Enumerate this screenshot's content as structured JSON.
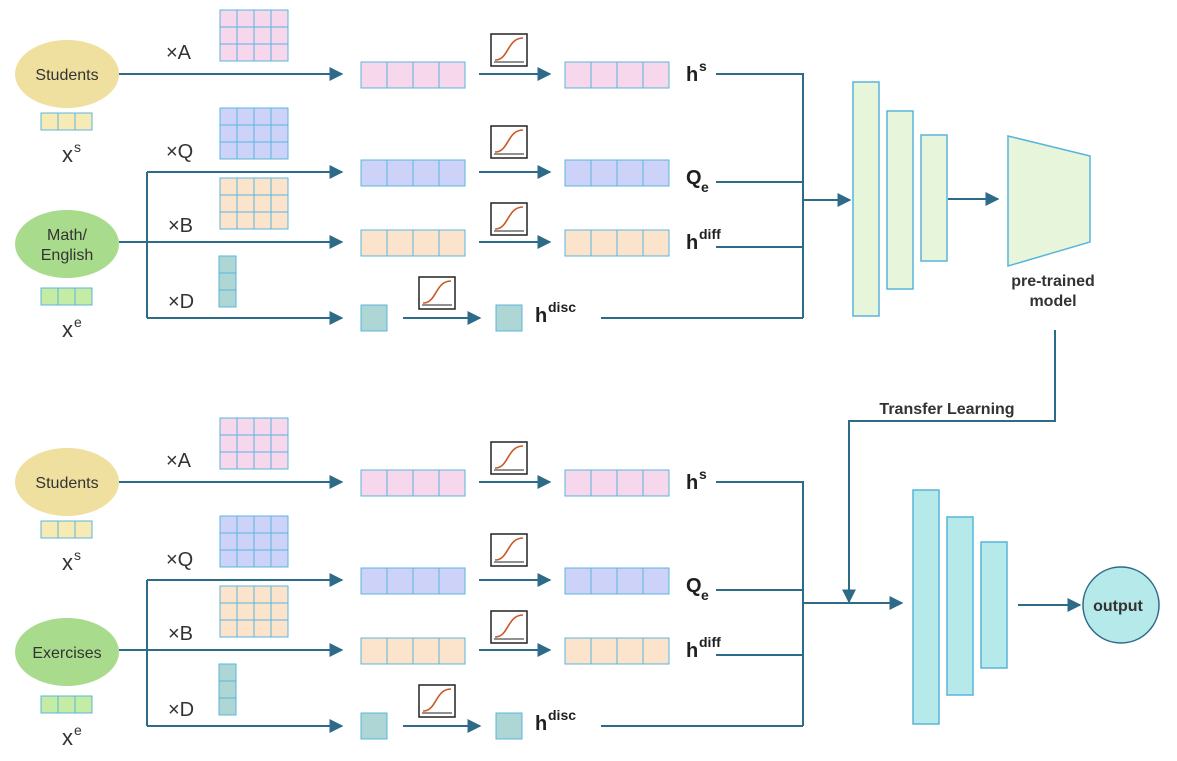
{
  "colors": {
    "wire": "#2e6b88",
    "students_node": "#efe0a0",
    "subject_node": "#a8dc8c",
    "embed_yellow": "#f6ebb4",
    "embed_green": "#c4eca4",
    "matrix_pink": "#f7d7ec",
    "matrix_blue": "#cdd3f8",
    "matrix_peach": "#fbe3cc",
    "matrix_teal": "#aed6d4",
    "grid_cyan": "#5ab4dc",
    "pretrain_layers": "#e7f6da",
    "finetune_layers": "#b5e9ea",
    "sigmoid_curve": "#c85a28"
  },
  "top": {
    "students_label": "Students",
    "subject_label": "Math/\nEnglish",
    "x_students": "x",
    "x_students_sup": "s",
    "x_subject": "x",
    "x_subject_sup": "e",
    "op_a": "×A",
    "op_q": "×Q",
    "op_b": "×B",
    "op_d": "×D",
    "h_s": "h",
    "h_s_sup": "s",
    "q_e": "Q",
    "q_e_sub": "e",
    "h_diff": "h",
    "h_diff_sup": "diff",
    "h_disc": "h",
    "h_disc_sup": "disc",
    "model_label_line1": "pre-trained",
    "model_label_line2": "model"
  },
  "transfer_label": "Transfer Learning",
  "bottom": {
    "students_label": "Students",
    "subject_label": "Exercises",
    "x_students": "x",
    "x_students_sup": "s",
    "x_subject": "x",
    "x_subject_sup": "e",
    "op_a": "×A",
    "op_q": "×Q",
    "op_b": "×B",
    "op_d": "×D",
    "h_s": "h",
    "h_s_sup": "s",
    "q_e": "Q",
    "q_e_sub": "e",
    "h_diff": "h",
    "h_diff_sup": "diff",
    "h_disc": "h",
    "h_disc_sup": "disc",
    "output_label": "output"
  }
}
